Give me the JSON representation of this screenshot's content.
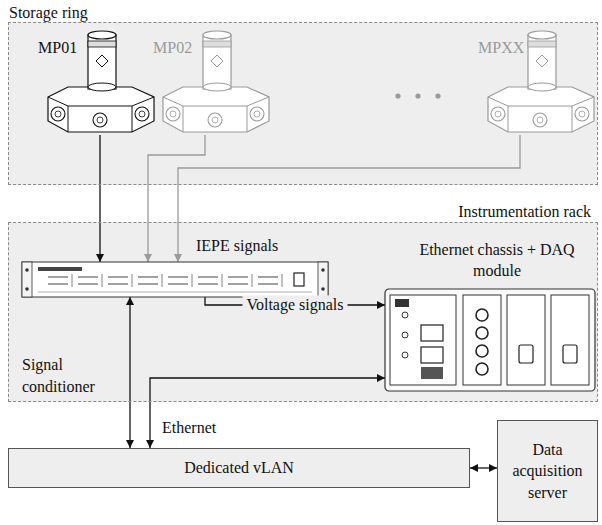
{
  "diagram": {
    "nodes": [
      {
        "text": [
          "Storage ring"
        ]
      },
      {
        "text": [
          "MP01"
        ],
        "in": 0
      },
      {
        "text": [
          "MP02"
        ],
        "in": 0
      },
      {
        "text": [
          "MPXX"
        ],
        "in": 0
      },
      {
        "text": [
          "Instrumentation rack"
        ]
      },
      {
        "text": [
          "Signal conditioner"
        ],
        "in": 4
      },
      {
        "text": [
          "Ethernet chassis + DAQ module"
        ],
        "in": 4
      },
      {
        "text": [
          "Dedicated vLAN"
        ]
      },
      {
        "text": [
          "Data acquisition server"
        ]
      }
    ],
    "edges": [
      {
        "from": 1,
        "to": 5,
        "arrow": "to"
      },
      {
        "from": 2,
        "to": 5,
        "arrow": "to"
      },
      {
        "from": 3,
        "to": 5,
        "arrow": "to"
      },
      {
        "from": 5,
        "to": 6,
        "label": "Voltage signals",
        "arrow": "to"
      },
      {
        "from": 7,
        "to": 5,
        "arrow": "both"
      },
      {
        "from": 7,
        "to": 6,
        "arrow": "both"
      },
      {
        "from": 7,
        "to": 8,
        "arrow": "both"
      }
    ],
    "labels": [
      "IEPE signals",
      "Ethernet"
    ]
  }
}
